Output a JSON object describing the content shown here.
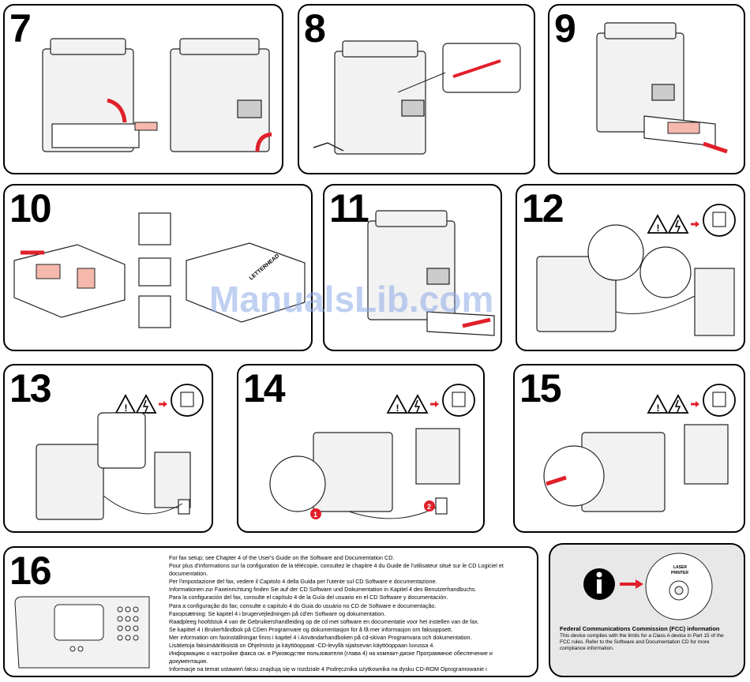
{
  "steps": {
    "s7": "7",
    "s8": "8",
    "s9": "9",
    "s10": "10",
    "s11": "11",
    "s12": "12",
    "s13": "13",
    "s14": "14",
    "s15": "15",
    "s16": "16"
  },
  "labels": {
    "letterhead": "LETTERHEAD",
    "laser_printer_line1": "LASER",
    "laser_printer_line2": "PRINTER",
    "callout1": "1",
    "callout2": "2"
  },
  "watermark": "ManualsLib.com",
  "fax_setup": [
    "For fax setup; see Chapter 4 of the User's Guide on the Software and Documentation CD.",
    "Pour plus d'informations sur la configuration de la télécopie, consultez le chapitre 4 du Guide de l'utilisateur situé sur le CD Logiciel et documentation.",
    "Per l'impostazione del fax, vedere il Capitolo 4 della Guida per l'utente sul CD Software e documentazione.",
    "Informationen zur Faxeinrichtung finden Sie auf der CD Software und Dokumentation in Kapitel 4 des Benutzerhandbuchs.",
    "Para la configuración del fax, consulte el capítulo 4 de la Guía del usuario en el CD Software y documentación.",
    "Para a configuração do fax; consulte o capítulo 4 do Guia do usuário no CD de Software e documentação.",
    "Faxopsætning: Se kapitel 4 i brugervejledningen på cd'en Software og dokumentation.",
    "Raadpleeg hoofdstuk 4 van de Gebruikershandleiding op de cd met software en documentatie voor het instellen van de fax.",
    "Se kapittel 4 i Brukerhåndbok på CDen Programvare og dokumentasjon for å få mer informasjon om faksoppsett.",
    "Mer information om faxinställningar finns i kapitel 4 i Användarhandboken på cd-skivan Programvara och dokumentation.",
    "Lisätietoja faksimääritksistä on Ohjelmisto ja käyttöoppaat -CD-levyllä sijaitsevan käyttöoppaan luvussa 4.",
    "Информацию о настройке факса см. в Руководстве пользователя (глава 4) на компакт-диске Программное обеспечение и документация.",
    "Informacje na temat ustawień faksu znajdują się w rozdziale 4 Podręcznika użytkownika na dysku CD-ROM Oprogramowanie i"
  ],
  "fcc": {
    "heading": "Federal Communications Commission (FCC) information",
    "body": "This device complies with the limits for a Class A device in Part 15 of the FCC rules. Refer to the Software and Documentation CD for more compliance information."
  },
  "colors": {
    "accent_arrow": "#e0202a",
    "tray_pink": "#f4b8ac",
    "gray_fill": "#e8e8e8"
  }
}
